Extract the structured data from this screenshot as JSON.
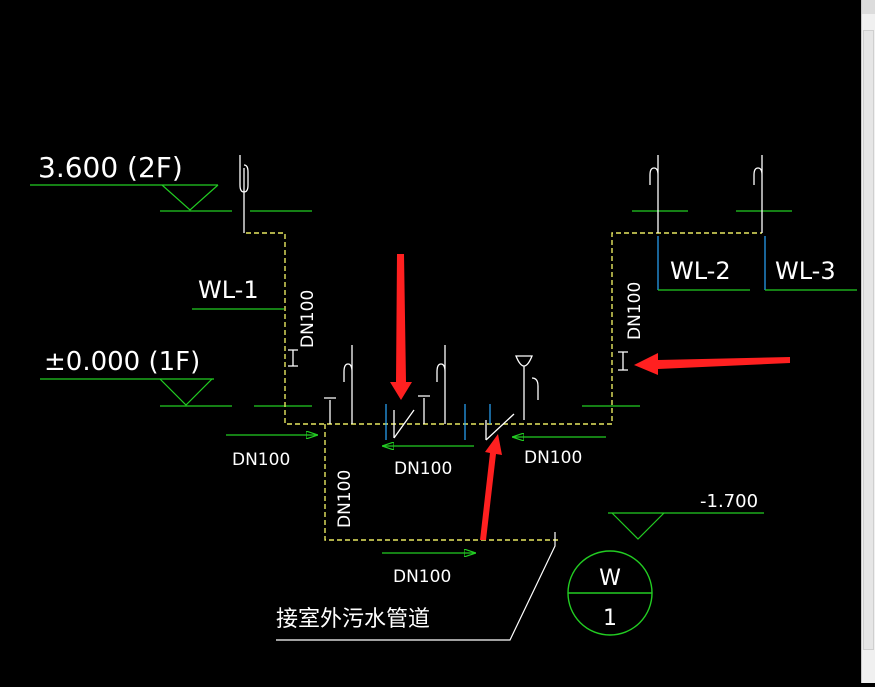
{
  "diagram": {
    "levels": {
      "second_floor": "3.600 (2F)",
      "first_floor": "±0.000 (1F)",
      "outdoor": "-1.700"
    },
    "risers": {
      "wl1": "WL-1",
      "wl2": "WL-2",
      "wl3": "WL-3"
    },
    "pipe_sizes": {
      "riser_left": "DN100",
      "riser_right": "DN100",
      "branch_left": "DN100",
      "branch_middle": "DN100",
      "branch_right": "DN100",
      "down_pipe": "DN100",
      "bottom_pipe": "DN100"
    },
    "note": "接室外污水管道",
    "symbol": {
      "top": "W",
      "bottom": "1"
    }
  },
  "colors": {
    "background": "#000000",
    "pipe": "#e8e860",
    "line": "#22cc22",
    "text": "#ffffff",
    "fixture": "#ffffff",
    "accent": "#2aa8ff",
    "arrow": "#ff2020"
  }
}
